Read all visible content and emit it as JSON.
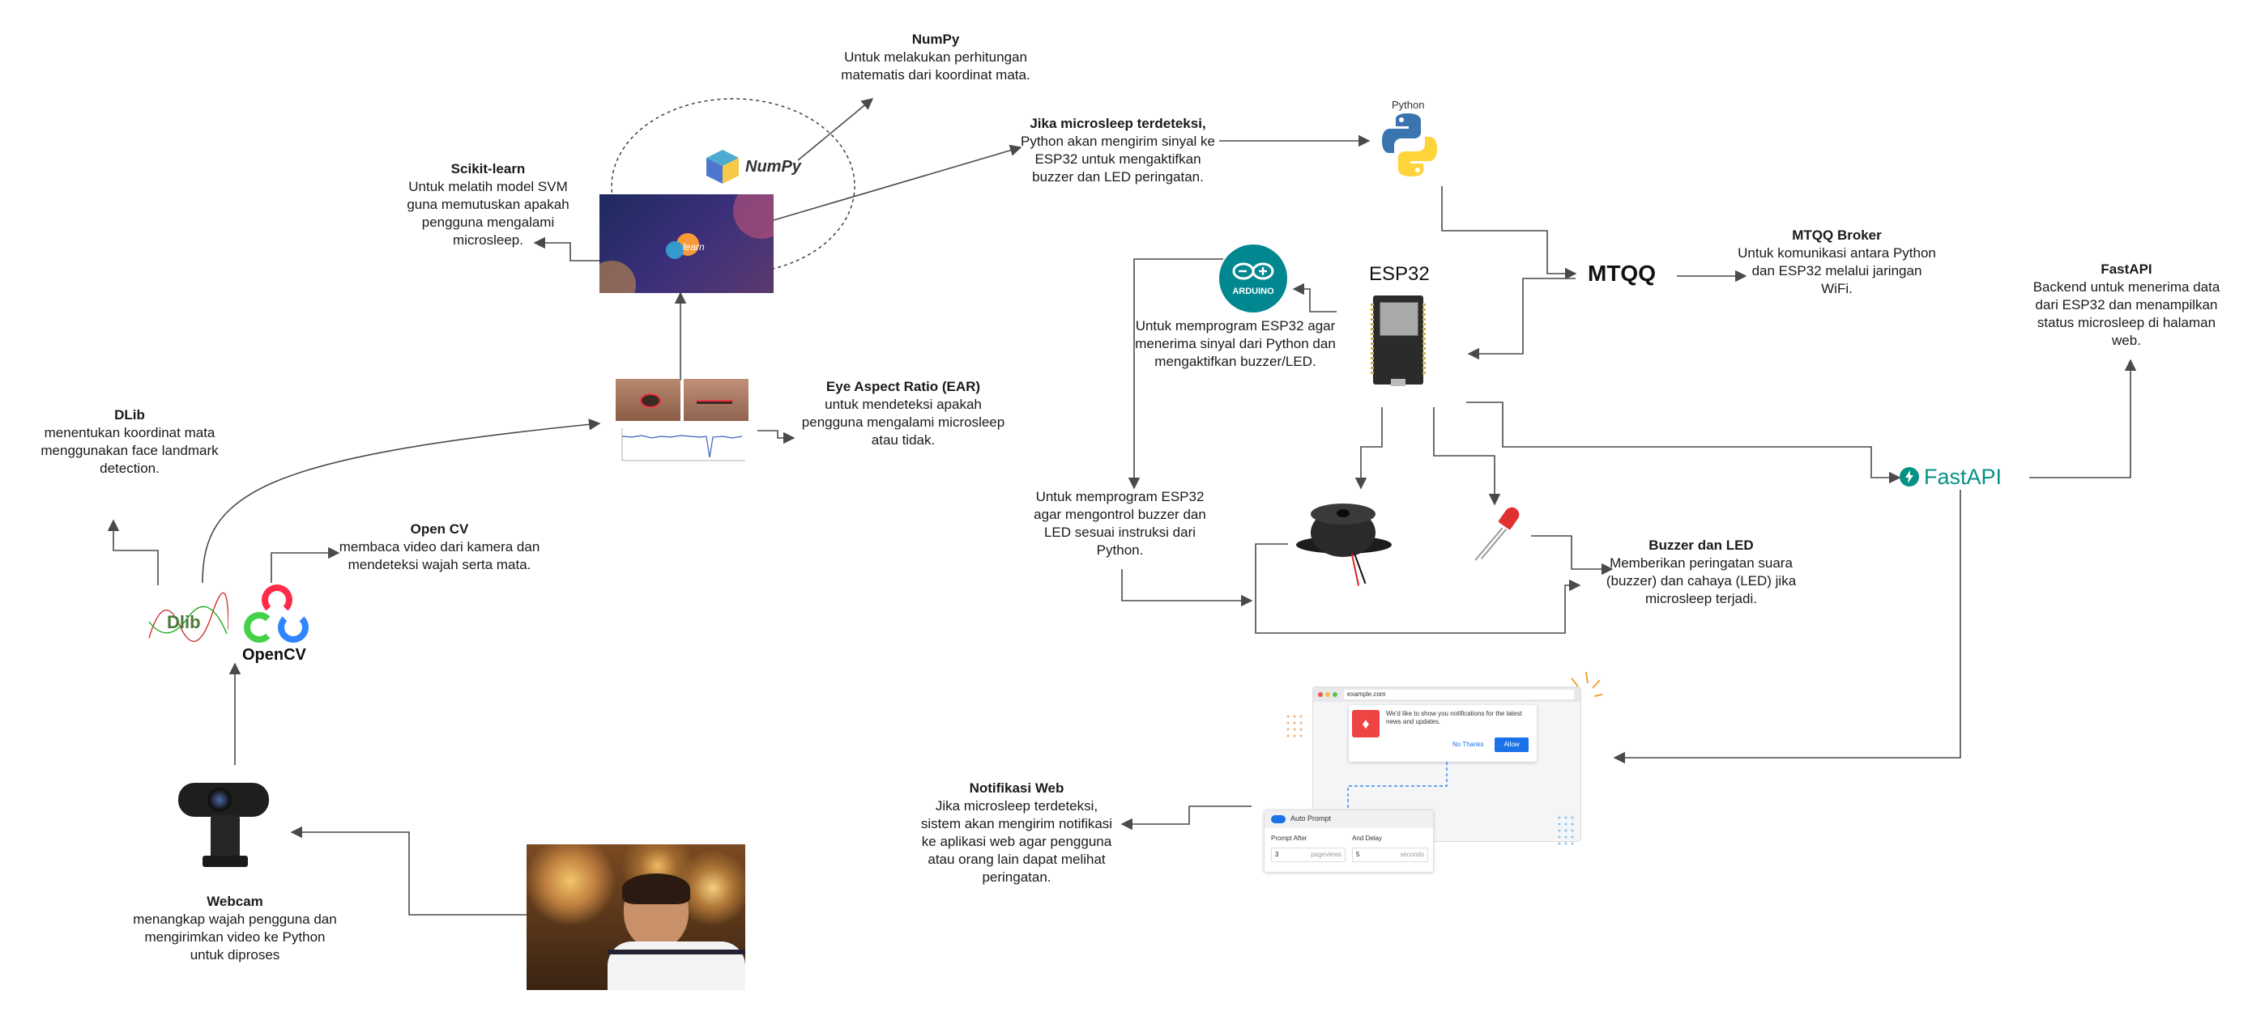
{
  "labels": {
    "numpy": {
      "title": "NumPy",
      "text": "Untuk melakukan perhitungan matematis dari koordinat mata."
    },
    "sklearn": {
      "title": "Scikit-learn",
      "text": "Untuk melatih model SVM guna memutuskan apakah pengguna mengalami microsleep."
    },
    "microsleep": {
      "title": "Jika microsleep terdeteksi,",
      "text": "Python akan mengirim sinyal ke ESP32 untuk mengaktifkan buzzer dan LED peringatan."
    },
    "mtqq_broker": {
      "title": "MTQQ Broker",
      "text": "Untuk komunikasi antara Python dan ESP32 melalui jaringan WiFi."
    },
    "fastapi": {
      "title": "FastAPI",
      "text": "Backend untuk menerima data dari ESP32 dan menampilkan status microsleep di halaman web."
    },
    "arduino_desc": {
      "text": "Untuk memprogram ESP32 agar menerima sinyal dari Python dan mengaktifkan buzzer/LED."
    },
    "ear": {
      "title": "Eye Aspect Ratio (EAR)",
      "text": "untuk mendeteksi apakah pengguna mengalami microsleep atau tidak."
    },
    "dlib": {
      "title": "DLib",
      "text": "menentukan koordinat mata menggunakan face landmark detection."
    },
    "opencv": {
      "title": "Open CV",
      "text": "membaca video dari kamera dan mendeteksi wajah serta mata."
    },
    "esp32_prog": {
      "text": "Untuk memprogram ESP32 agar mengontrol buzzer dan LED sesuai instruksi dari Python."
    },
    "buzzer_led": {
      "title": "Buzzer dan LED",
      "text": "Memberikan peringatan suara (buzzer) dan cahaya (LED) jika microsleep terjadi."
    },
    "notif": {
      "title": "Notifikasi Web",
      "text": "Jika microsleep terdeteksi, sistem akan mengirim notifikasi ke aplikasi web agar pengguna atau orang lain dapat melihat peringatan."
    },
    "webcam": {
      "title": "Webcam",
      "text": "menangkap wajah pengguna dan mengirimkan video ke Python untuk diproses"
    }
  },
  "logos": {
    "numpy": "NumPy",
    "python": "Python",
    "mtqq": "MTQQ",
    "esp32": "ESP32",
    "arduino": "ARDUINO",
    "fastapi": "FastAPI",
    "opencv": "OpenCV",
    "dlib": "Dlib",
    "sklearn": "learn"
  },
  "browser": {
    "url": "example.com",
    "message": "We'd like to show you notifications for the latest news and updates.",
    "no_thanks": "No Thanks",
    "allow": "Allow",
    "auto_prompt": "Auto Prompt",
    "prompt_after_label": "Prompt After",
    "and_delay_label": "And Delay",
    "prompt_after_value": "3",
    "prompt_after_unit": "pageviews",
    "delay_value": "5",
    "delay_unit": "seconds"
  },
  "colors": {
    "arrow": "#4a4a4a",
    "fastapi": "#059285",
    "arduino": "#00878f",
    "python_blue": "#3a75b0",
    "python_yellow": "#ffd43b",
    "opencv_red": "#ff2a48",
    "opencv_green": "#43d14a",
    "opencv_blue": "#2f84ff",
    "allow_button": "#1a73e8"
  },
  "icons": [
    "python-logo",
    "numpy-logo",
    "arduino-logo",
    "fastapi-icon",
    "opencv-logo",
    "dlib-logo",
    "webcam-icon",
    "buzzer-icon",
    "led-icon",
    "esp32-board",
    "bell-icon"
  ]
}
